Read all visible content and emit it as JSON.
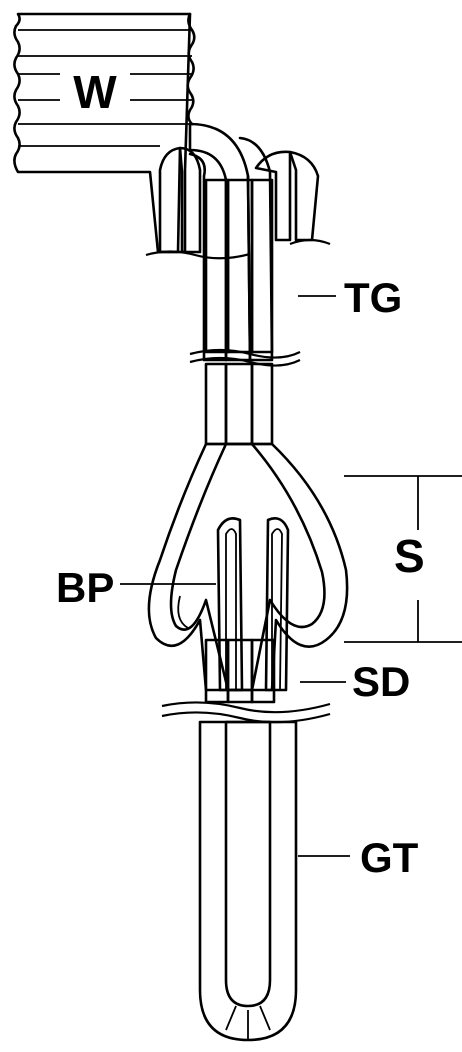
{
  "figure": {
    "labels": {
      "wall": "W",
      "tg": "TG",
      "s": "S",
      "bp": "BP",
      "sd": "SD",
      "gt": "GT"
    }
  }
}
